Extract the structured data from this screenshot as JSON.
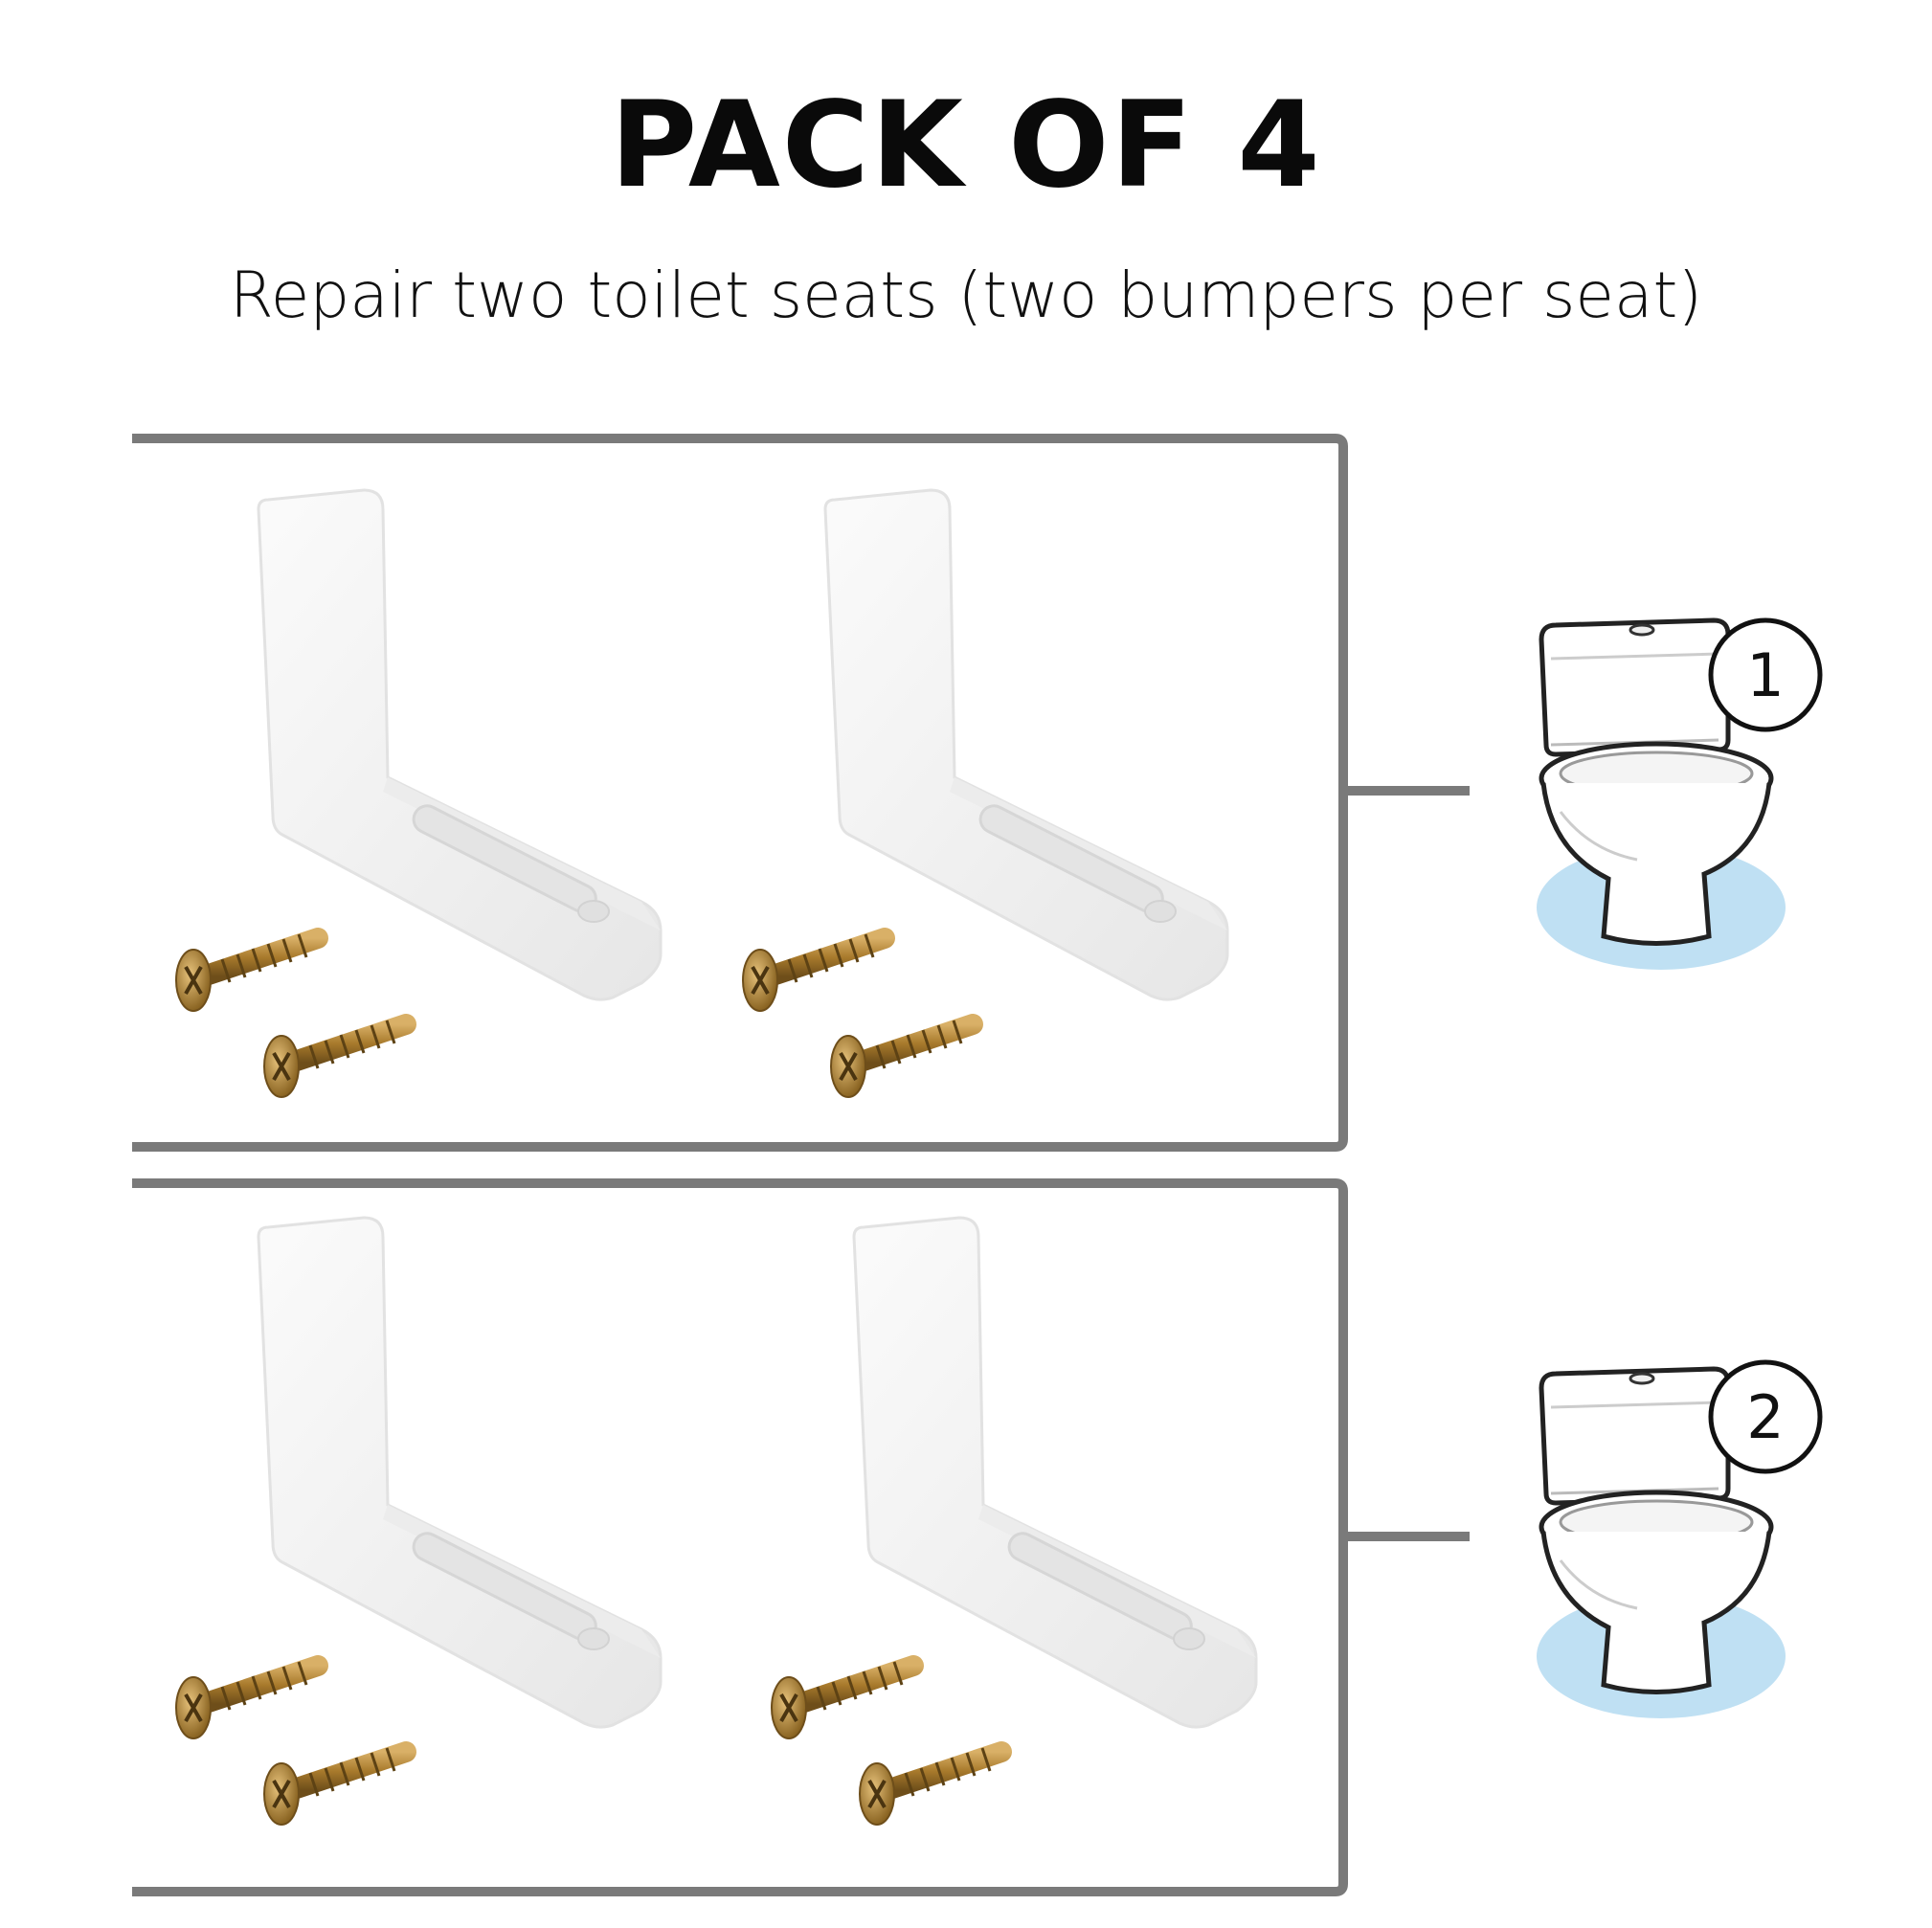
{
  "heading": "PACK OF 4",
  "subheading": "Repair two toilet seats (two bumpers per seat)",
  "groups": [
    {
      "seat_number": "1",
      "bumper_count": 2,
      "screw_count": 4
    },
    {
      "seat_number": "2",
      "bumper_count": 2,
      "screw_count": 4
    }
  ],
  "colors": {
    "bracket_line": "#7a7a7a",
    "bumper": "#f3f3f3",
    "screw": "#b8893a",
    "floor_shadow": "#bfe0f3"
  },
  "icons": [
    "bumper-icon",
    "screw-icon",
    "toilet-icon"
  ]
}
